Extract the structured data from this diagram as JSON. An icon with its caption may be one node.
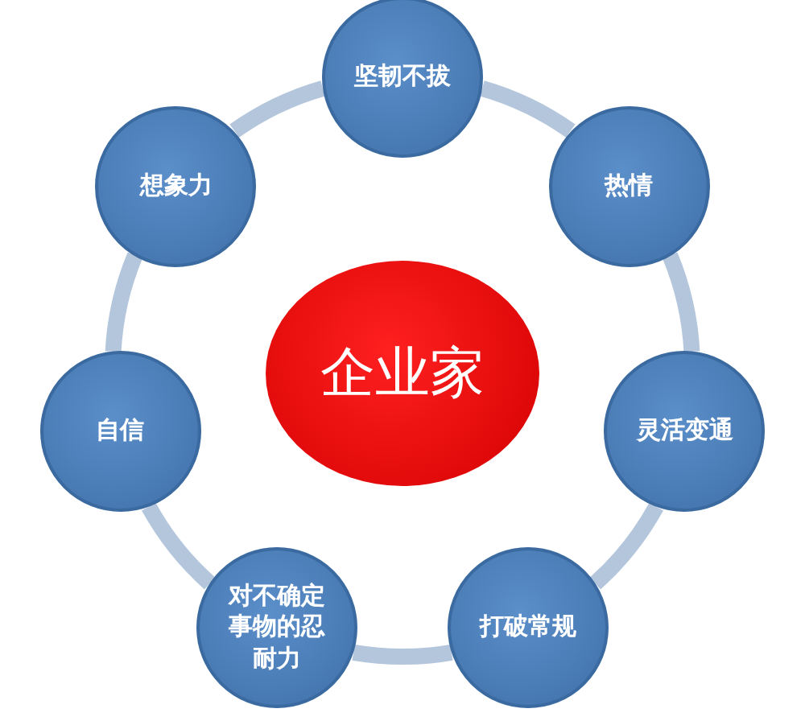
{
  "diagram": {
    "nodes": [
      {
        "text": [
          "企业家"
        ]
      },
      {
        "text": [
          "坚韧不拔"
        ]
      },
      {
        "text": [
          "热情"
        ]
      },
      {
        "text": [
          "灵活变通"
        ]
      },
      {
        "text": [
          "打破常规"
        ]
      },
      {
        "text": [
          "对不确定事物的忍耐力"
        ]
      },
      {
        "text": [
          "自信"
        ]
      },
      {
        "text": [
          "想象力"
        ]
      }
    ],
    "edges": [
      {
        "from": 1,
        "to": 2,
        "arrow": "none"
      },
      {
        "from": 2,
        "to": 3,
        "arrow": "none"
      },
      {
        "from": 3,
        "to": 4,
        "arrow": "none"
      },
      {
        "from": 4,
        "to": 5,
        "arrow": "none"
      },
      {
        "from": 5,
        "to": 6,
        "arrow": "none"
      },
      {
        "from": 6,
        "to": 7,
        "arrow": "none"
      },
      {
        "from": 7,
        "to": 1,
        "arrow": "none"
      }
    ]
  }
}
